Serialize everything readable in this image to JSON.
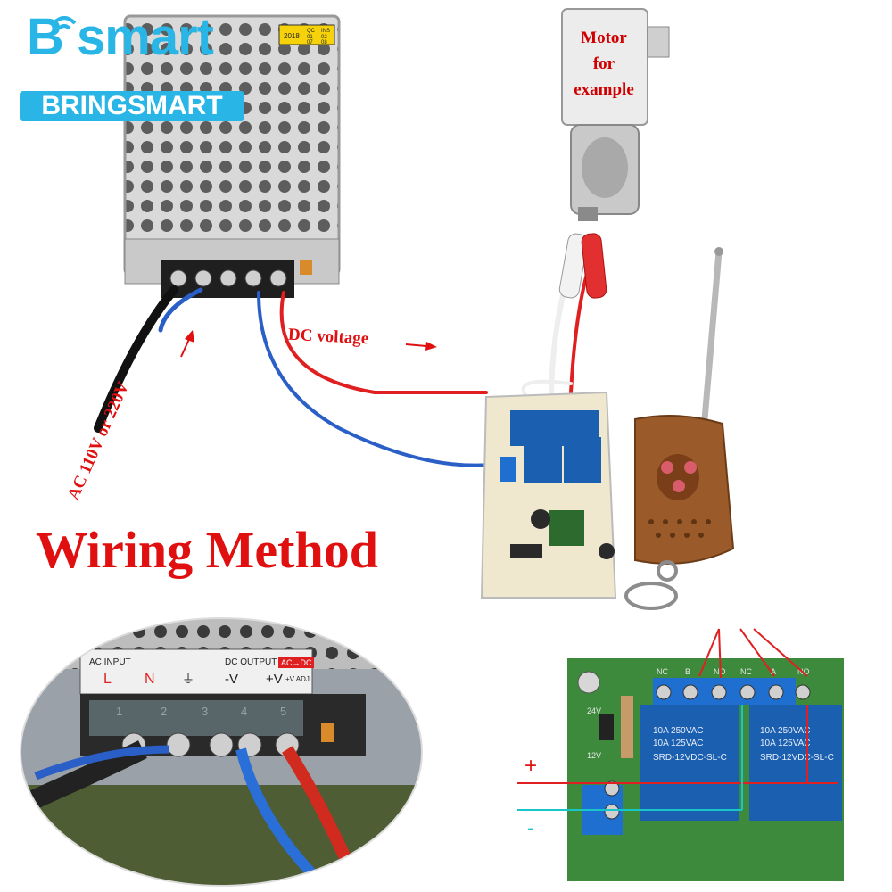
{
  "brand": {
    "logo_text": "B smart",
    "logo_subtext": "BRINGSMART",
    "color": "#29b6e6"
  },
  "labels": {
    "title": "Wiring Method",
    "dc_voltage": "DC voltage",
    "ac_input": "AC 110V or 220V",
    "motor_lines": [
      "Motor",
      "for",
      "example"
    ],
    "plus": "+",
    "minus": "-"
  },
  "psu_label": {
    "year": "2018",
    "qc": "QC",
    "ins": "INS",
    "grid": [
      "01",
      "02",
      "07",
      "08"
    ]
  },
  "terminal_closeup": {
    "header_left": "AC INPUT",
    "header_right": "DC OUTPUT",
    "badge": "AC→DC",
    "terminals": [
      "L",
      "N",
      "⏚",
      "-V",
      "+V"
    ],
    "numbers": [
      "1",
      "2",
      "3",
      "4",
      "5"
    ],
    "adj": "+V ADJ"
  },
  "relay_closeup": {
    "pins": [
      "NC",
      "B",
      "NO",
      "NC",
      "A",
      "NO"
    ],
    "voltages": [
      "24V",
      "12V"
    ],
    "relay_text": [
      "10A 250VAC",
      "10A 125VAC",
      "SRD-12VDC-SL-C"
    ]
  },
  "colors": {
    "accent_red": "#e01010",
    "wire_blue": "#2a5fc8",
    "pcb_green": "#3d8a3d",
    "relay_blue": "#1b5fb0",
    "remote_brown": "#9a5a2a"
  }
}
